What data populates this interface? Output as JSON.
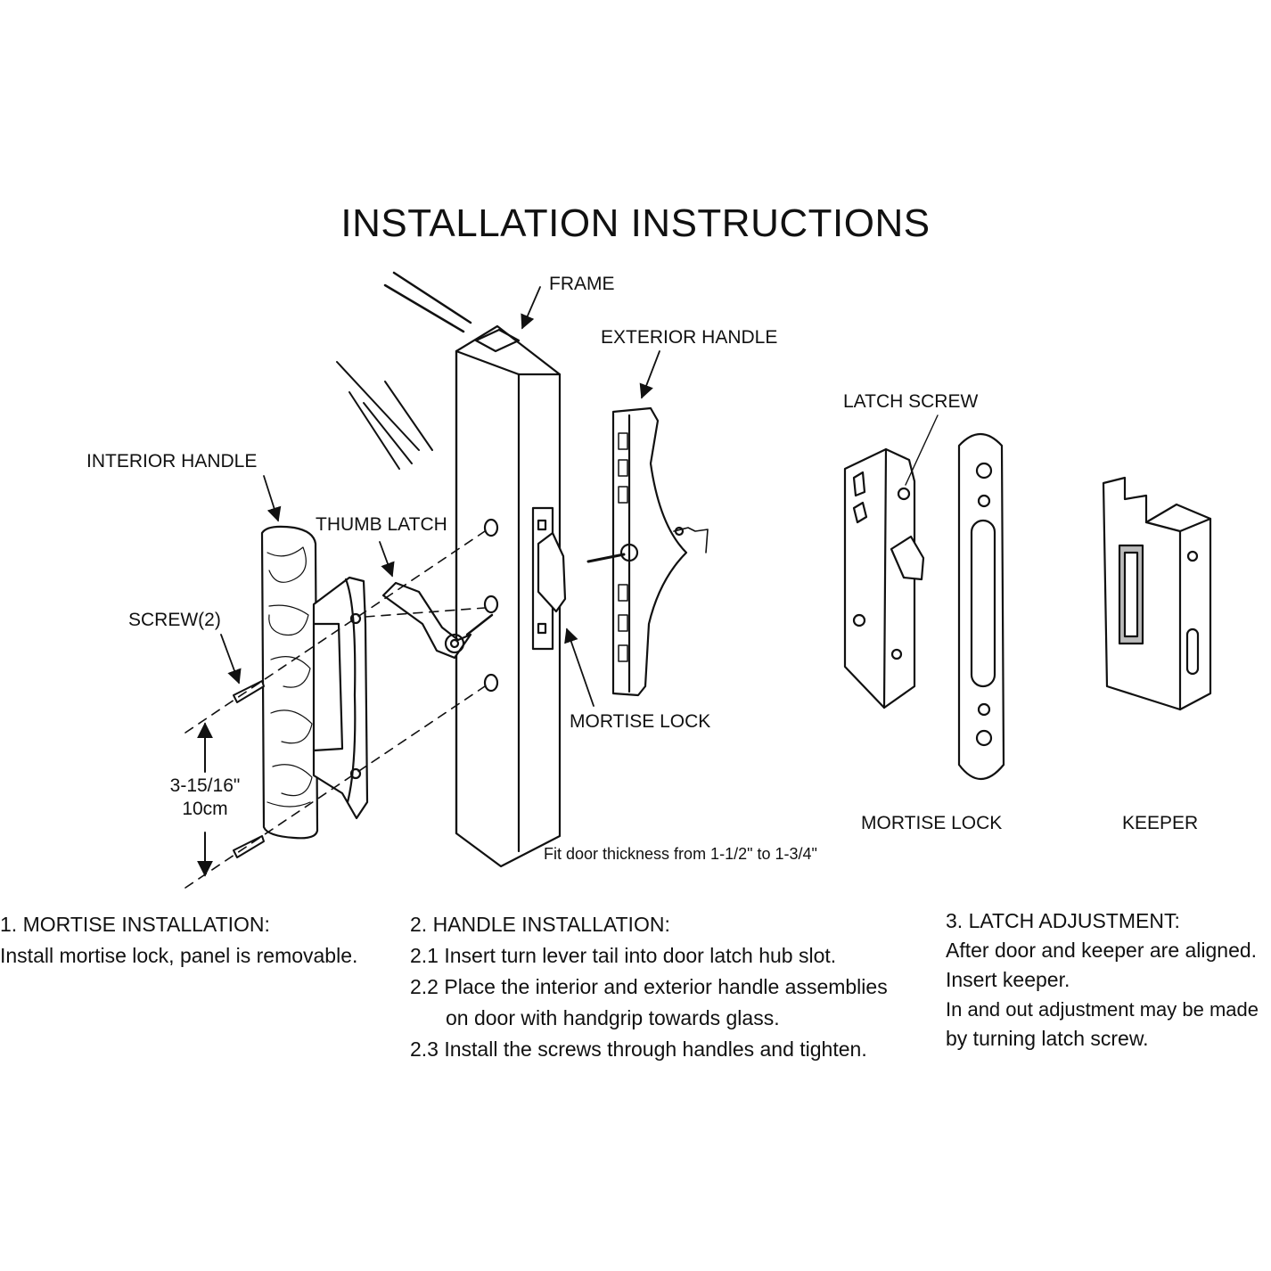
{
  "title": "INSTALLATION INSTRUCTIONS",
  "labels": {
    "frame": "FRAME",
    "exterior_handle": "EXTERIOR HANDLE",
    "interior_handle": "INTERIOR HANDLE",
    "thumb_latch": "THUMB LATCH",
    "screw": "SCREW(2)",
    "dimension_in": "3-15/16\"",
    "dimension_cm": "10cm",
    "mortise_lock_main": "MORTISE LOCK",
    "latch_screw": "LATCH SCREW",
    "mortise_lock_detail": "MORTISE LOCK",
    "keeper": "KEEPER",
    "thickness_note": "Fit door thickness from 1-1/2\" to 1-3/4\""
  },
  "instructions": {
    "step1": {
      "heading": "1. MORTISE INSTALLATION:",
      "lines": [
        "Install mortise lock, panel is removable."
      ]
    },
    "step2": {
      "heading": "2. HANDLE INSTALLATION:",
      "lines": [
        "2.1 Insert turn lever tail into door latch hub slot.",
        "2.2 Place the interior and exterior handle assemblies",
        "on door with handgrip towards glass.",
        "2.3 Install the screws through handles and tighten."
      ]
    },
    "step3": {
      "heading": "3. LATCH ADJUSTMENT:",
      "lines": [
        "After door and keeper are aligned.",
        "Insert keeper.",
        "In and out adjustment may be made",
        "by turning latch screw."
      ]
    }
  }
}
